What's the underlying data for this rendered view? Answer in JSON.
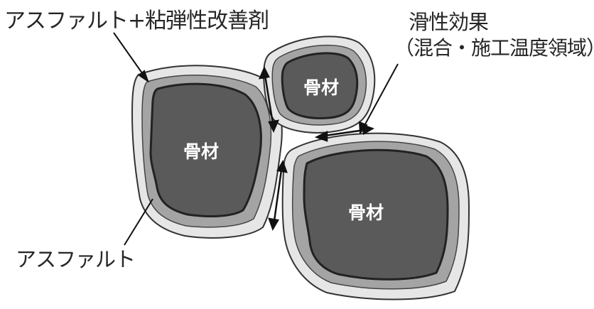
{
  "labels": {
    "modifier_label": "アスファルト+粘弾性改善剤",
    "sliding_effect_title": "滑性効果",
    "sliding_effect_subtitle": "（混合・施工温度領域）",
    "asphalt_label": "アスファルト"
  },
  "aggregates": [
    {
      "label": "骨材"
    },
    {
      "label": "骨材"
    },
    {
      "label": "骨材"
    }
  ],
  "colors": {
    "outer_layer": "#e6e6e6",
    "middle_layer": "#a4a4a4",
    "core": "#5a5a5a",
    "outline": "#222222",
    "text_on_core": "#ffffff"
  }
}
